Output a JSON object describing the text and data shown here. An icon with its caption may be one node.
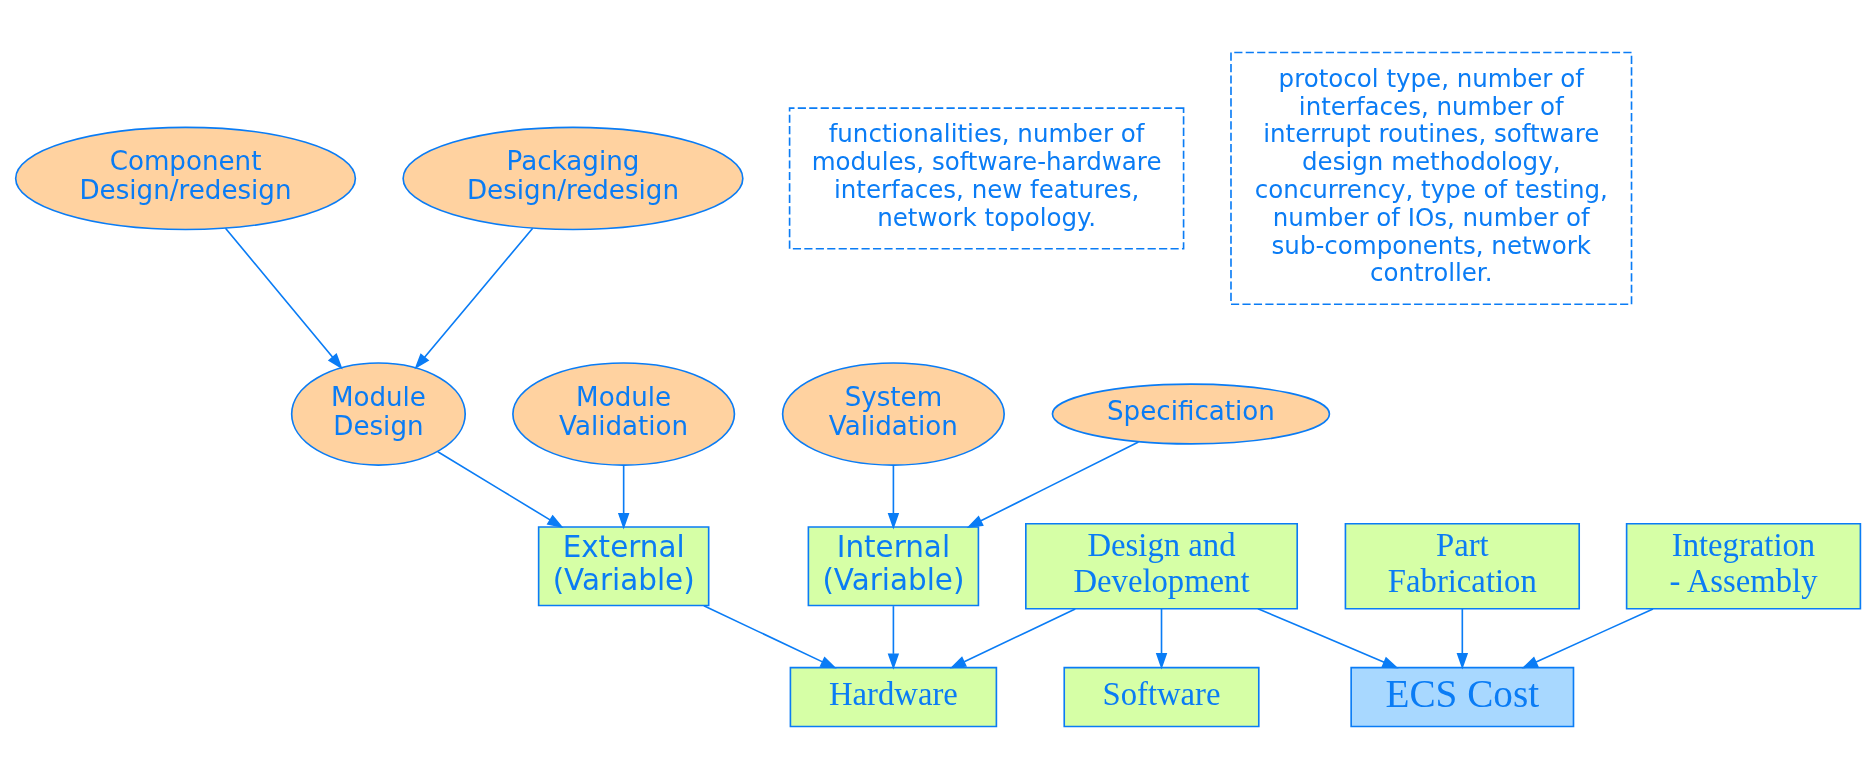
{
  "diagram": {
    "nodes": [
      {
        "text": [
          "Component Design/redesign"
        ]
      },
      {
        "text": [
          "Packaging Design/redesign"
        ]
      },
      {
        "text": [
          "functionalities, number of modules, software-hardware interfaces, new features, network topology."
        ]
      },
      {
        "text": [
          "protocol type, number of interfaces, number of interrupt routines, software design methodology, concurrency, type of testing, number of IOs, number of sub-components, network controller."
        ]
      },
      {
        "text": [
          "Module Design"
        ]
      },
      {
        "text": [
          "Module Validation"
        ]
      },
      {
        "text": [
          "System Validation"
        ]
      },
      {
        "text": [
          "Specification"
        ]
      },
      {
        "text": [
          "External (Variable)"
        ]
      },
      {
        "text": [
          "Internal (Variable)"
        ]
      },
      {
        "text": [
          "Hardware"
        ]
      },
      {
        "text": [
          "Part Fabrication"
        ]
      },
      {
        "text": [
          "Design and Development"
        ]
      },
      {
        "text": [
          "ECS Cost"
        ]
      },
      {
        "text": [
          "Software"
        ]
      },
      {
        "text": [
          "Integration - Assembly"
        ]
      }
    ],
    "edges": [
      {
        "from": 0,
        "to": 4,
        "arrow": "to"
      },
      {
        "from": 1,
        "to": 4,
        "arrow": "to"
      },
      {
        "from": 4,
        "to": 8,
        "arrow": "to"
      },
      {
        "from": 5,
        "to": 8,
        "arrow": "to"
      },
      {
        "from": 6,
        "to": 9,
        "arrow": "to"
      },
      {
        "from": 7,
        "to": 9,
        "arrow": "to"
      },
      {
        "from": 8,
        "to": 10,
        "arrow": "to"
      },
      {
        "from": 9,
        "to": 10,
        "arrow": "to"
      },
      {
        "from": 12,
        "to": 10,
        "arrow": "to"
      },
      {
        "from": 12,
        "to": 14,
        "arrow": "to"
      },
      {
        "from": 12,
        "to": 13,
        "arrow": "to"
      },
      {
        "from": 11,
        "to": 13,
        "arrow": "to"
      },
      {
        "from": 15,
        "to": 13,
        "arrow": "to"
      }
    ]
  }
}
